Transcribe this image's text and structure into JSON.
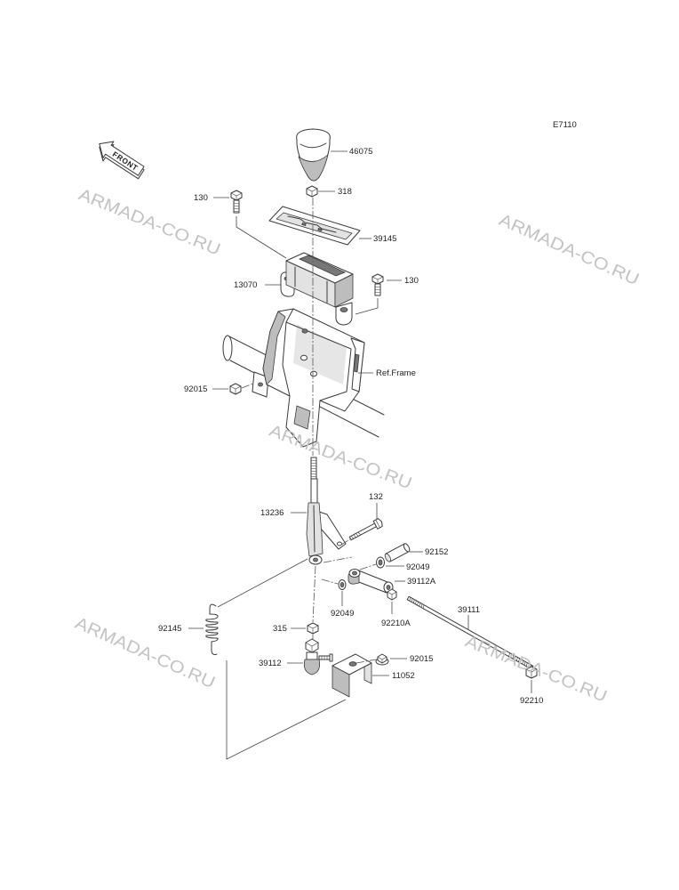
{
  "diagram": {
    "code": "E7110",
    "front_label": "FRONT",
    "watermark": "ARMADA-CO.RU"
  },
  "callouts": {
    "knob": "46075",
    "knob_nut": "318",
    "bolt_left": "130",
    "gate_plate": "39145",
    "housing": "13070",
    "bolt_right": "130",
    "frame_ref": "Ref.Frame",
    "frame_nut": "92015",
    "lever_bolt": "132",
    "lever": "13236",
    "collar": "92152",
    "washer_upper": "92049",
    "arm": "39112A",
    "washer_lower": "92049",
    "arm_nut": "92210A",
    "rod": "39111",
    "spring": "92145",
    "lever_nut": "315",
    "rod_end": "39112",
    "bracket_nut": "92015",
    "bracket": "11052",
    "rod_nut": "92210"
  }
}
